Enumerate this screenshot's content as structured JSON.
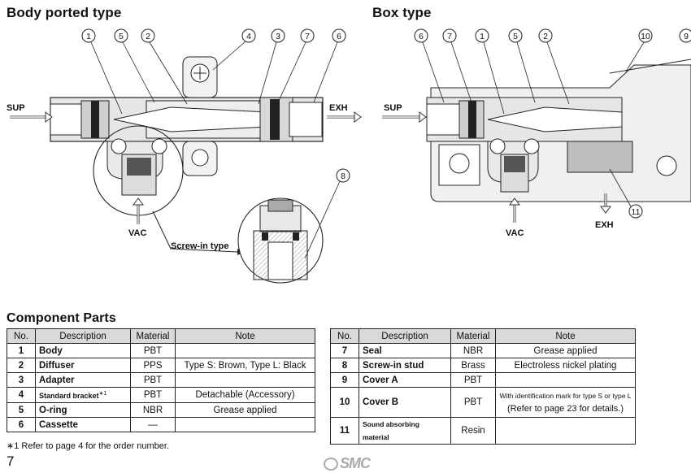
{
  "titles": {
    "body_ported": "Body ported type",
    "box": "Box type",
    "components": "Component Parts"
  },
  "diagram_labels": {
    "sup_left": "SUP",
    "exh_left": "EXH",
    "vac_left": "VAC",
    "screw_in": "Screw-in type",
    "sup_right": "SUP",
    "vac_right": "VAC",
    "exh_right": "EXH"
  },
  "callouts_left": [
    "1",
    "5",
    "2",
    "4",
    "3",
    "7",
    "6",
    "8"
  ],
  "callouts_right": [
    "6",
    "7",
    "1",
    "5",
    "2",
    "10",
    "9",
    "11"
  ],
  "table": {
    "headers": [
      "No.",
      "Description",
      "Material",
      "Note"
    ],
    "left_rows": [
      {
        "no": "1",
        "desc": "Body",
        "material": "PBT",
        "note": ""
      },
      {
        "no": "2",
        "desc": "Diffuser",
        "material": "PPS",
        "note": "Type S: Brown, Type L: Black"
      },
      {
        "no": "3",
        "desc": "Adapter",
        "material": "PBT",
        "note": ""
      },
      {
        "no": "4",
        "desc": "Standard bracket",
        "desc_sup": "∗1",
        "material": "PBT",
        "note": "Detachable (Accessory)"
      },
      {
        "no": "5",
        "desc": "O-ring",
        "material": "NBR",
        "note": "Grease applied"
      },
      {
        "no": "6",
        "desc": "Cassette",
        "material": "—",
        "note": ""
      }
    ],
    "right_rows": [
      {
        "no": "7",
        "desc": "Seal",
        "material": "NBR",
        "note": "Grease applied"
      },
      {
        "no": "8",
        "desc": "Screw-in stud",
        "material": "Brass",
        "note": "Electroless nickel plating"
      },
      {
        "no": "9",
        "desc": "Cover A",
        "material": "PBT",
        "note": ""
      },
      {
        "no": "10",
        "desc": "Cover B",
        "material": "PBT",
        "note_line1": "With identification mark for type S or type L",
        "note_line2": "(Refer to page 23 for details.)"
      },
      {
        "no": "11",
        "desc": "Sound absorbing material",
        "material": "Resin",
        "note": ""
      }
    ]
  },
  "footnote": "∗1  Refer to page 4 for the order number.",
  "page_number": "7",
  "logo_text": "SMC"
}
